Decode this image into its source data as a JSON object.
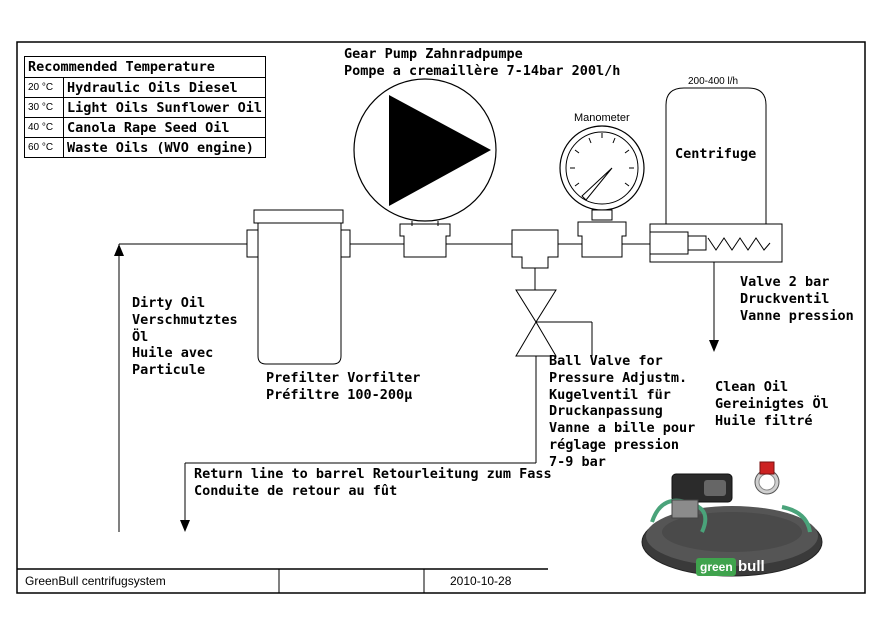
{
  "temperature_table": {
    "title": "Recommended Temperature",
    "rows": [
      {
        "temp": "20 °C",
        "oil": "Hydraulic Oils Diesel"
      },
      {
        "temp": "30 °C",
        "oil": "Light Oils Sunflower Oil"
      },
      {
        "temp": "40 °C",
        "oil": "Canola Rape Seed Oil"
      },
      {
        "temp": "60 °C",
        "oil": "Waste Oils (WVO engine)"
      }
    ]
  },
  "pump": {
    "line1": "Gear Pump Zahnradpumpe",
    "line2": "Pompe a cremaillère  7-14bar 200l/h"
  },
  "manometer": {
    "label": "Manometer"
  },
  "centrifuge": {
    "label": "Centrifuge",
    "flow": "200-400 l/h"
  },
  "dirty_oil": [
    "Dirty Oil",
    "Verschmutztes",
    "Öl",
    "Huile avec",
    "Particule"
  ],
  "prefilter": [
    "Prefilter Vorfilter",
    "Préfiltre  100-200µ"
  ],
  "valve": [
    "Valve 2 bar",
    "Druckventil",
    "Vanne pression"
  ],
  "ball_valve": [
    "Ball Valve for",
    "Pressure Adjustm.",
    "Kugelventil für",
    "Druckanpassung",
    "Vanne a bille pour",
    "réglage pression",
    "7-9 bar"
  ],
  "clean_oil": [
    "Clean Oil",
    "Gereinigtes Öl",
    "Huile filtré"
  ],
  "return_line": [
    "Return line to barrel  Retourleitung zum Fass",
    "Conduite de retour au fût"
  ],
  "footer": {
    "title": "GreenBull centrifugsystem",
    "date": "2010-10-28"
  },
  "photo": {
    "brand_left": "green",
    "brand_right": "bull"
  }
}
